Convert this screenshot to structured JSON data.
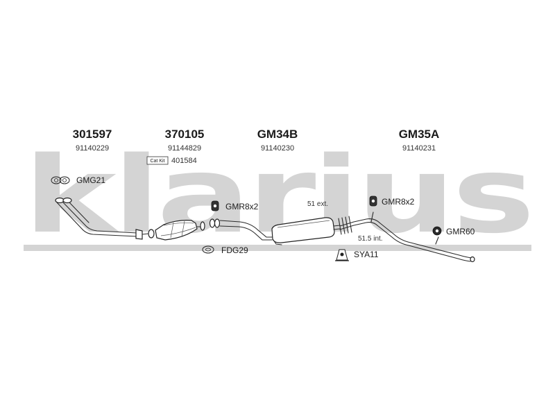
{
  "brand": {
    "watermark": "klarius",
    "watermark_color": "#cfcfcf"
  },
  "parts": [
    {
      "part_no": "301597",
      "oe_no": "91140229"
    },
    {
      "part_no": "370105",
      "oe_no": "91144829"
    },
    {
      "part_no": "GM34B",
      "oe_no": "91140230"
    },
    {
      "part_no": "GM35A",
      "oe_no": "91140231"
    }
  ],
  "cat_kit": {
    "badge_label": "Cat Kit",
    "number": "401584"
  },
  "callouts": {
    "gmg21": "GMG21",
    "gmr8x2_front": "GMR8x2",
    "gmr8x2_rear": "GMR8x2",
    "gmr60": "GMR60",
    "fdg29": "FDG29",
    "sya11": "SYA11"
  },
  "dimensions": {
    "external": "51 ext.",
    "internal": "51.5 int."
  },
  "icons": {
    "gasket": "gasket-icon",
    "rubber_mount": "rubber-mount-icon",
    "rubber_ring": "rubber-ring-icon",
    "flange_gasket": "flange-gasket-icon",
    "clamp": "clamp-icon",
    "catalyst": "catalytic-converter-icon"
  }
}
